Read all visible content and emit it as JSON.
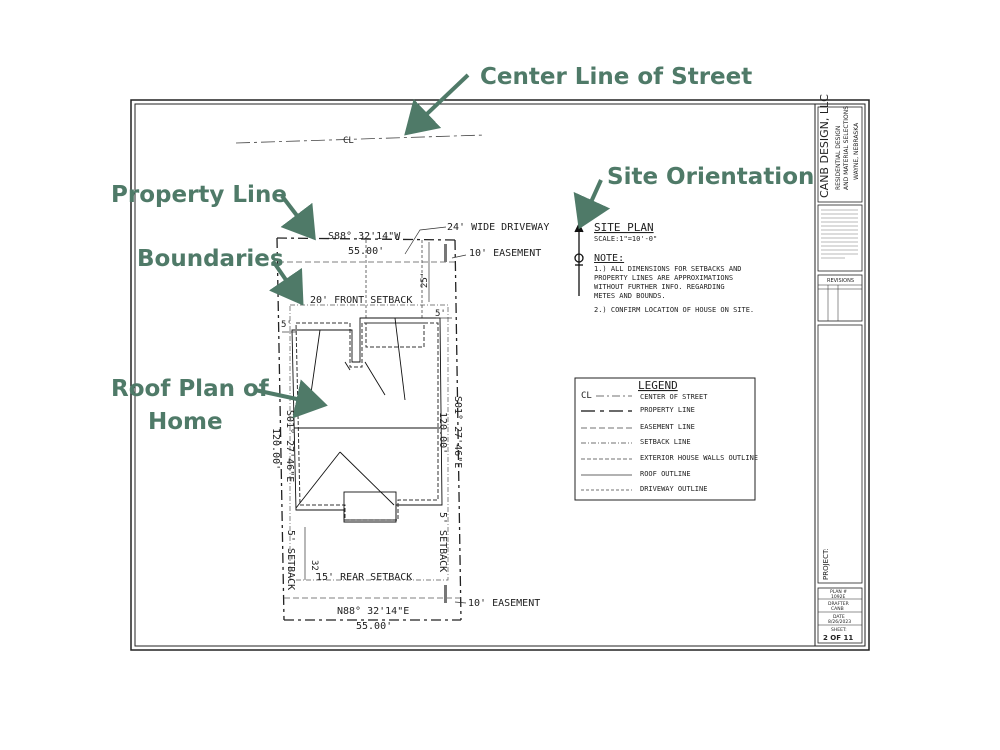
{
  "annotations": {
    "center_line": "Center Line of Street",
    "property_line": "Property Line",
    "boundaries": "Boundaries",
    "site_orientation": "Site Orientation",
    "roof_plan_1": "Roof Plan of",
    "roof_plan_2": "Home"
  },
  "site": {
    "cl": "CL",
    "north_bearing": "S88° 32'14\"W",
    "north_length": "55.00'",
    "driveway": "24' WIDE DRIVEWAY",
    "easement_front": "10' EASEMENT",
    "dim_25": "25'",
    "front_setback": "20' FRONT SETBACK",
    "dim_5_left": "5'",
    "dim_5_right": "5'",
    "west_bearing": "S01° 27'46\"E",
    "west_length": "120.00'",
    "east_bearing": "S01° 27'46\"E",
    "east_length": "120.00'",
    "setback_left": "5' SETBACK",
    "setback_right": "5' SETBACK",
    "dim_32": "32'",
    "rear_setback": "15' REAR SETBACK",
    "south_bearing": "N88° 32'14\"E",
    "south_length": "55.00'",
    "easement_rear": "10' EASEMENT"
  },
  "plan": {
    "title": "SITE PLAN",
    "scale": "SCALE:1\"=10'-0\"",
    "note_title": "NOTE:",
    "note_lines": [
      "1.) ALL DIMENSIONS FOR SETBACKS AND",
      "PROPERTY LINES ARE APPROXIMATIONS",
      "WITHOUT FURTHER INFO. REGARDING",
      "METES AND BOUNDS.",
      "2.) CONFIRM LOCATION OF HOUSE ON SITE."
    ]
  },
  "legend": {
    "title": "LEGEND",
    "items": [
      {
        "symbol": "CL",
        "label": "CENTER OF STREET"
      },
      {
        "symbol": "",
        "label": "PROPERTY LINE"
      },
      {
        "symbol": "",
        "label": "EASEMENT LINE"
      },
      {
        "symbol": "",
        "label": "SETBACK LINE"
      },
      {
        "symbol": "",
        "label": "EXTERIOR HOUSE WALLS OUTLINE"
      },
      {
        "symbol": "",
        "label": "ROOF OUTLINE"
      },
      {
        "symbol": "",
        "label": "DRIVEWAY OUTLINE"
      }
    ]
  },
  "titleblock": {
    "company": "CANB DESIGN, LLC",
    "sub1": "RESIDENTIAL DESIGN",
    "sub2": "AND MATERIAL SELECTIONS",
    "location": "WAYNE, NEBRASKA",
    "revisions": "REVISIONS",
    "project": "PROJECT:",
    "plan_label": "PLAN #",
    "plan_no": "1092E",
    "drafter_label": "DRAFTER",
    "drafter": "CANB",
    "date_label": "DATE",
    "date": "8/26/2023",
    "sheet_label": "SHEET:",
    "sheet": "2  OF  11"
  }
}
